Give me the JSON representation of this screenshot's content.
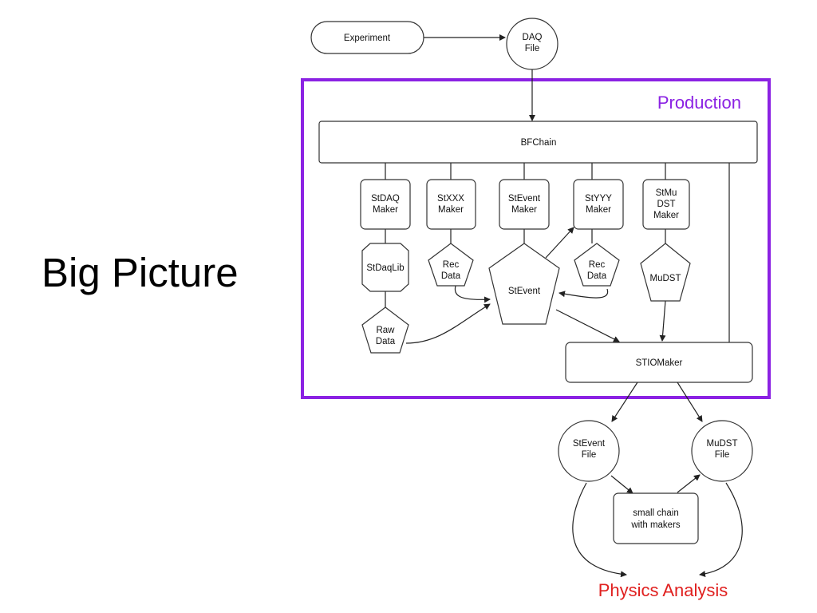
{
  "slide": {
    "title": "Big Picture"
  },
  "colors": {
    "production_border": "#8B22E3",
    "production_label": "#8B22E3",
    "physics_label": "#E0201F"
  },
  "diagram": {
    "production_label": "Production",
    "physics_analysis": "Physics Analysis",
    "nodes": {
      "experiment": "Experiment",
      "daq_file": [
        "DAQ",
        "File"
      ],
      "bfchain": "BFChain",
      "stdaq_maker": [
        "StDAQ",
        "Maker"
      ],
      "stxxx_maker": [
        "StXXX",
        "Maker"
      ],
      "stevent_maker": [
        "StEvent",
        "Maker"
      ],
      "styyy_maker": [
        "StYYY",
        "Maker"
      ],
      "stmudst_maker": [
        "StMu",
        "DST",
        "Maker"
      ],
      "stdaqlib": "StDaqLib",
      "rec_data_1": [
        "Rec",
        "Data"
      ],
      "stevent": "StEvent",
      "rec_data_2": [
        "Rec",
        "Data"
      ],
      "mudst": "MuDST",
      "raw_data": [
        "Raw",
        "Data"
      ],
      "stiomaker": "STIOMaker",
      "stevent_file": [
        "StEvent",
        "File"
      ],
      "mudst_file": [
        "MuDST",
        "File"
      ],
      "small_chain": [
        "small chain",
        "with makers"
      ]
    }
  }
}
